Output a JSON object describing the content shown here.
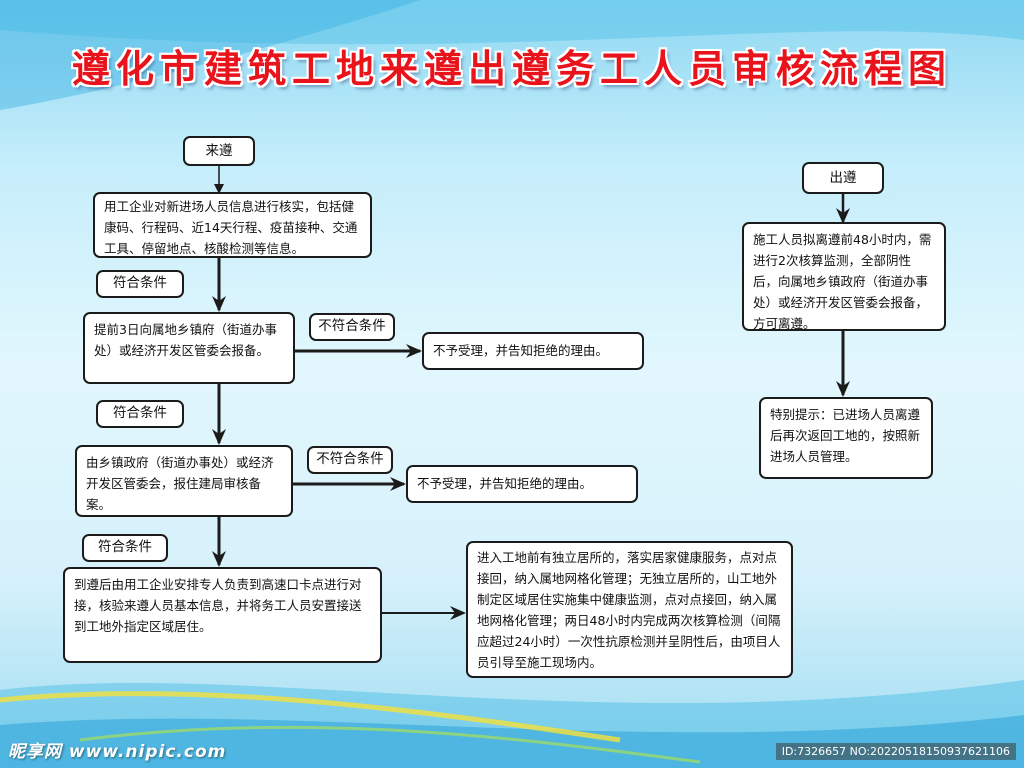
{
  "title": "遵化市建筑工地来遵出遵务工人员审核流程图",
  "left_flow": {
    "start_label": "来遵",
    "step1": "用工企业对新进场人员信息进行核实，包括健康码、行程码、近14天行程、疫苗接种、交通工具、停留地点、核酸检测等信息。",
    "step2": "提前3日向属地乡镇府（街道办事处）或经济开发区管委会报备。",
    "step3": "由乡镇政府（街道办事处）或经济开发区管委会，报住建局审核备案。",
    "step4": "到遵后由用工企业安排专人负责到高速口卡点进行对接，核验来遵人员基本信息，并将务工人员安置接送到工地外指定区域居住。",
    "step5": "进入工地前有独立居所的，落实居家健康服务，点对点接回，纳入属地网格化管理；无独立居所的，山工地外制定区域居住实施集中健康监测，点对点接回，纳入属地网格化管理；两日48小时内完成两次核算检测（间隔应超过24小时）一次性抗原检测并呈阴性后，由项目人员引导至施工现场内。",
    "reject_text": "不予受理，并告知拒绝的理由。",
    "pass_label": "符合条件",
    "fail_label": "不符合条件"
  },
  "right_flow": {
    "start_label": "出遵",
    "step1": "施工人员拟离遵前48小时内，需进行2次核算监测，全部阴性后，向属地乡镇政府（街道办事处）或经济开发区管委会报备，方可离遵。",
    "step2": "特别提示：已进场人员离遵后再次返回工地的，按照新进场人员管理。"
  },
  "footer": {
    "logo_text": "昵享网 www.nipic.com",
    "image_id": "ID:7326657 NO:20220518150937621106"
  },
  "colors": {
    "title": "#e8131b",
    "stroke": "#1b1b1b",
    "box_bg": "#ffffff"
  }
}
